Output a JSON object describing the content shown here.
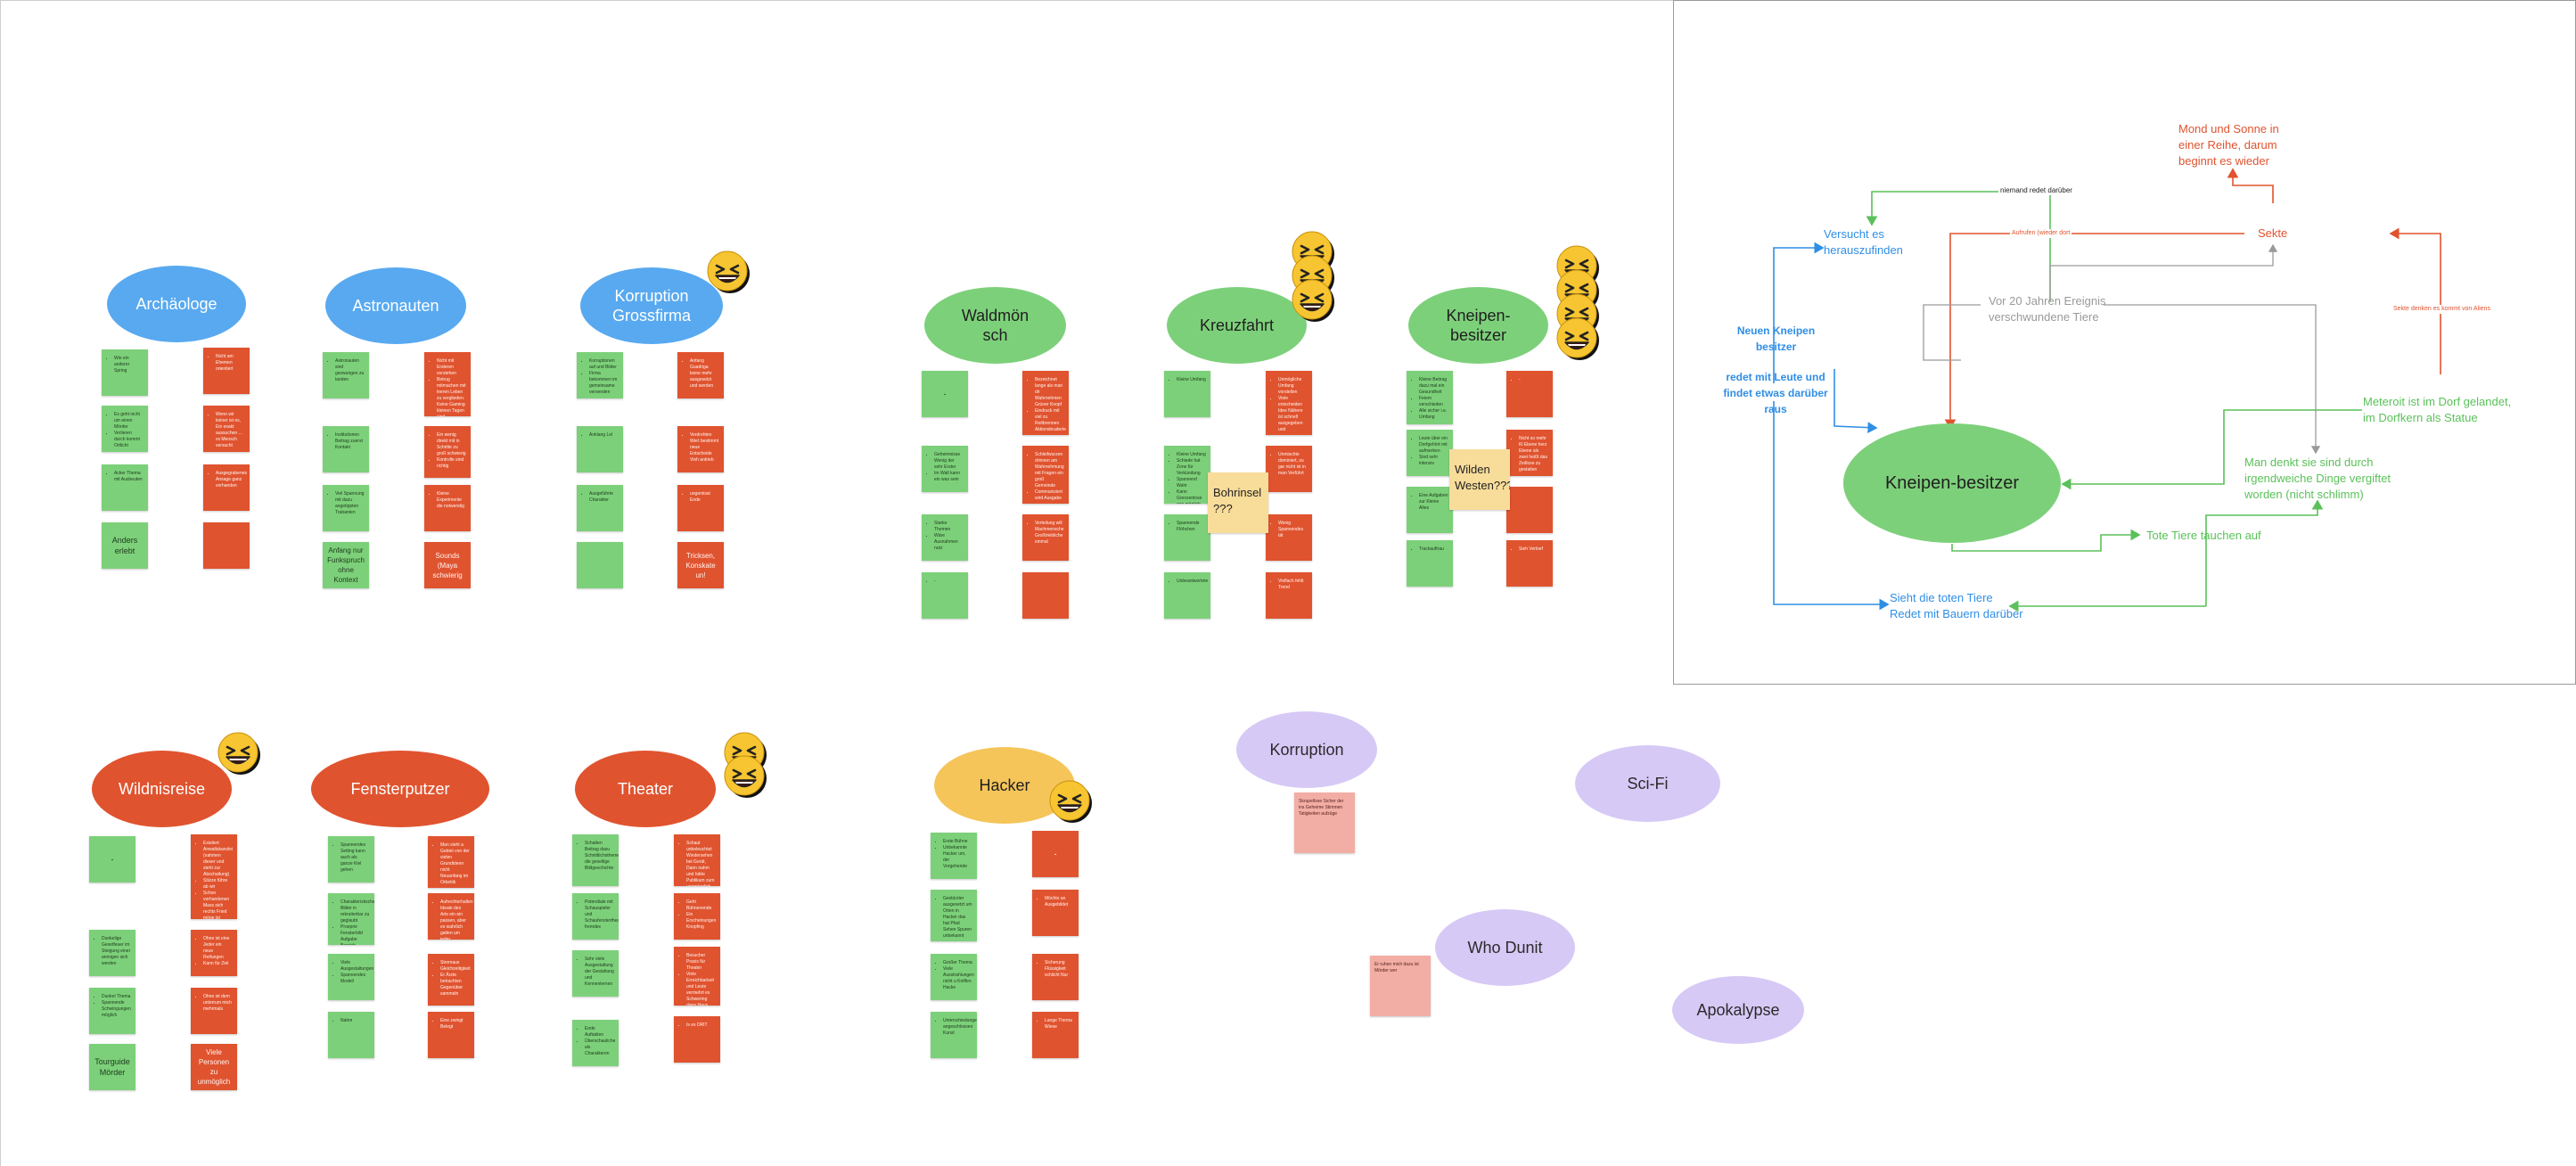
{
  "canvas": {
    "topics": {
      "archaeologe": "Archäologe",
      "astronauten": "Astronauten",
      "korruption_gf": "Korruption Grossfirma",
      "waldmoensch": "Waldmön sch",
      "kreuzfahrt": "Kreuzfahrt",
      "kneipen": "Kneipen-besitzer",
      "wildnisreise": "Wildnisreise",
      "fensterputzer": "Fensterputzer",
      "theater": "Theater",
      "hacker": "Hacker",
      "korruption": "Korruption",
      "scifi": "Sci-Fi",
      "whodunit": "Who Dunit",
      "apokalypse": "Apokalypse"
    },
    "notes": {
      "arch_g4": "Anders erlebt",
      "astro_g4": "Anfang nur Funkspruch ohne Kontext",
      "astro_r4": "Sounds (Maya schwierig",
      "korr_r4": "Tricksen, Konskate un!",
      "hacker_r1": "-",
      "wald_g1": "-",
      "wild_g1": "-",
      "wild_g4": "Tourguide Mörder",
      "wild_r4": "Viele Personen zu unmöglich",
      "bohrinsel": "Bohrinsel ???",
      "wildwesten": "Wilden Westen???"
    },
    "emoji_counts": {
      "korruption_gf": 1,
      "kreuzfahrt": 3,
      "kneipen": 4,
      "wildnisreise": 1,
      "theater": 2,
      "hacker": 1
    }
  },
  "flow_panel": {
    "center_label": "Kneipen-besitzer",
    "nodes": {
      "versucht": "Versucht es herauszufinden",
      "neuen_kneipen": "Neuen Kneipen besitzer",
      "redet_mit": "redet mit Leute und findet etwas darüber raus",
      "mond_sonne": "Mond und Sonne in einer Reihe, darum beginnt es wieder",
      "sekte": "Sekte",
      "vor20": "Vor 20 Jahren Ereignis verschwundene Tiere",
      "meteorit": "Meteroit ist im Dorf gelandet, im Dorfkern als Statue",
      "man_denkt": "Man denkt sie sind durch irgendweiche Dinge vergiftet worden (nicht schlimm)",
      "tote_tiere": "Tote Tiere tauchen auf",
      "sieht": "Sieht die toten Tiere Redet mit Bauern darüber"
    },
    "edge_labels": {
      "niemand": "niemand redet darüber",
      "aufrufen": "Aufrufen (wieder dort",
      "sekte_denken": "Sekte denken es kommt von Aliens"
    }
  },
  "colors": {
    "oval_blue": "#58a9f0",
    "oval_green": "#7dd07a",
    "oval_red": "#e0532f",
    "oval_yellow": "#f5c55a",
    "oval_purple": "#d7c9f6",
    "note_green": "#7dd07a",
    "note_red": "#e0532f",
    "note_yellow": "#f8dc9a",
    "note_pink": "#f2aea4"
  }
}
